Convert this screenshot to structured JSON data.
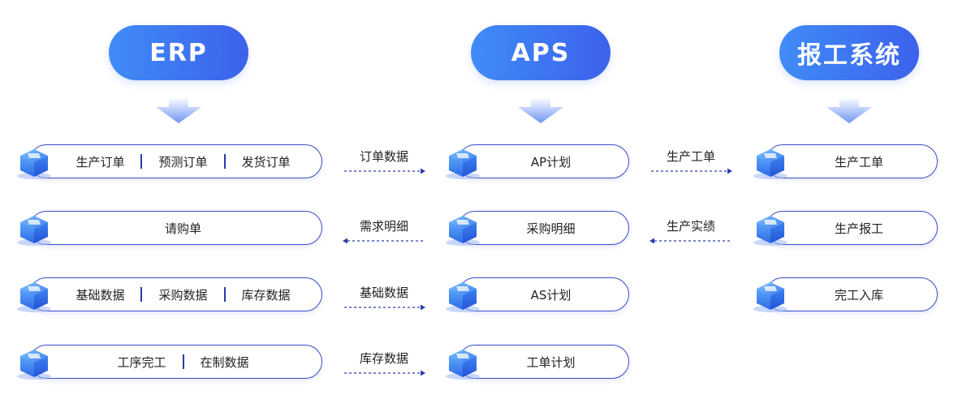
{
  "columns": {
    "erp": {
      "title": "ERP"
    },
    "aps": {
      "title": "APS"
    },
    "report": {
      "title": "报工系统"
    }
  },
  "erp_items": [
    {
      "icon": "document-cube-icon",
      "segments": [
        "生产订单",
        "预测订单",
        "发货订单"
      ]
    },
    {
      "icon": "arrow-doc-cube-icon",
      "segments": [
        "请购单"
      ]
    },
    {
      "icon": "database-cube-icon",
      "segments": [
        "基础数据",
        "采购数据",
        "库存数据"
      ]
    },
    {
      "icon": "gear-cube-icon",
      "segments": [
        "工序完工",
        "在制数据"
      ]
    }
  ],
  "aps_items": [
    {
      "icon": "ap-cube-icon",
      "label": "AP计划"
    },
    {
      "icon": "grid-cube-icon",
      "label": "采购明细"
    },
    {
      "icon": "as-cube-icon",
      "label": "AS计划"
    },
    {
      "icon": "factory-cube-icon",
      "label": "工单计划"
    }
  ],
  "report_items": [
    {
      "icon": "screen-cube-icon",
      "label": "生产工单"
    },
    {
      "icon": "check-cube-icon",
      "label": "生产报工"
    },
    {
      "icon": "box-cube-icon",
      "label": "完工入库"
    }
  ],
  "erp_aps_links": [
    {
      "label": "订单数据",
      "direction": "right"
    },
    {
      "label": "需求明细",
      "direction": "left"
    },
    {
      "label": "基础数据",
      "direction": "right"
    },
    {
      "label": "库存数据",
      "direction": "right"
    }
  ],
  "aps_report_links": [
    {
      "label": "生产工单",
      "direction": "right"
    },
    {
      "label": "生产实绩",
      "direction": "left"
    }
  ],
  "colors": {
    "accent_start": "#3f8cf7",
    "accent_end": "#3d61ec",
    "border": "#3a4cc9",
    "arrow": "#2a3ea6"
  }
}
